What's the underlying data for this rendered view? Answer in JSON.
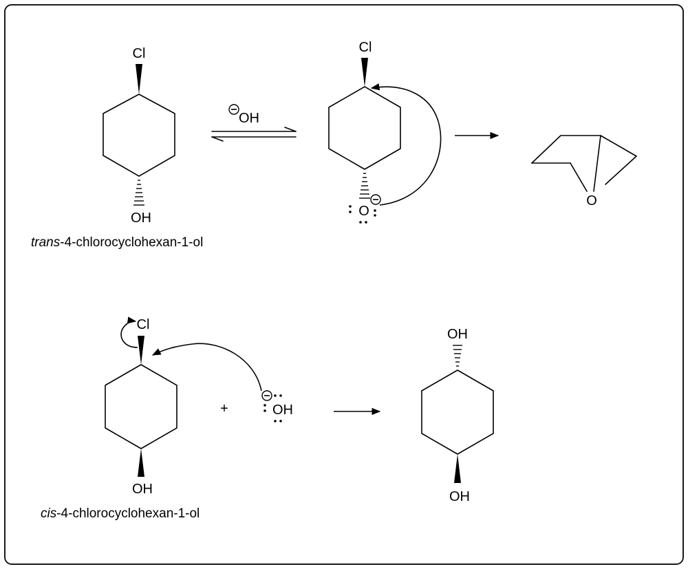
{
  "labels": {
    "cl": "Cl",
    "oh": "OH",
    "o": "O",
    "plus": "+"
  },
  "names": {
    "trans_prefix": "trans",
    "trans_rest": "-4-chlorocyclohexan-1-ol",
    "cis_prefix": "cis",
    "cis_rest": "-4-chlorocyclohexan-1-ol"
  }
}
